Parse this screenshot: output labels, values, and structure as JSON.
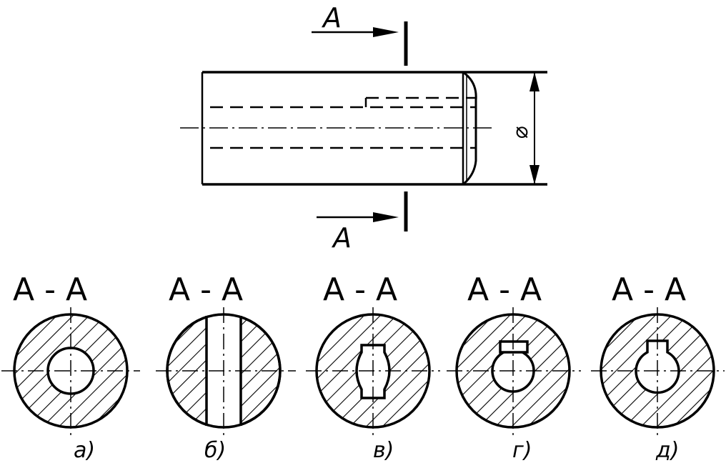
{
  "top_view": {
    "section_mark_top": "A",
    "section_mark_bottom": "A",
    "diameter_symbol": "⌀"
  },
  "sections": [
    {
      "title": "A - A",
      "caption": "а)",
      "variant": "round-hole"
    },
    {
      "title": "A - A",
      "caption": "б)",
      "variant": "through-slot"
    },
    {
      "title": "A - A",
      "caption": "в)",
      "variant": "double-keyway"
    },
    {
      "title": "A - A",
      "caption": "г)",
      "variant": "closed-keyway"
    },
    {
      "title": "A - A",
      "caption": "д)",
      "variant": "open-keyway"
    }
  ],
  "colors": {
    "ink": "#000000",
    "paper": "#ffffff"
  }
}
